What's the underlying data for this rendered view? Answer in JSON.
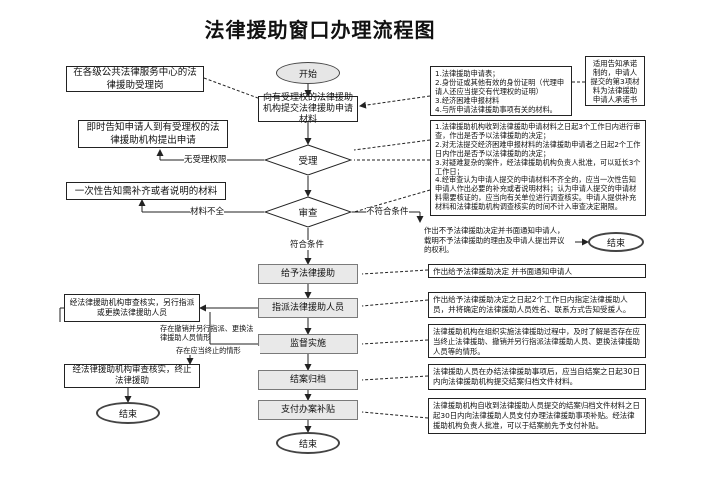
{
  "title": "法律援助窗口办理流程图",
  "main": {
    "start": "开始",
    "apply": "向有受理权的法律援助机构提交法律援助申请材料",
    "accept": "受理",
    "review": "审查",
    "give": "给予法律援助",
    "assign": "指派法律援助人员",
    "supervise": "监督实施",
    "close_case": "结案归档",
    "pay": "支付办案补贴",
    "end": "结束"
  },
  "left": {
    "consult": "在各级公共法律服务中心的法律援助受理岗",
    "notify": "即时告知申请人到有受理权的法律援助机构提出申请",
    "supplement": "一次性告知需补齐或者说明的材料",
    "approve_change": "经法律援助机构审查核实，另行指派或更换法律援助人员",
    "approve_end": "经法律援助机构审查核实，终止法律援助",
    "end": "结束"
  },
  "labels": {
    "no_jurisdiction": "无受理权限",
    "incomplete": "材料不全",
    "not_eligible": "不符合条件",
    "eligible": "符合条件",
    "change_case": "存在撤销并另行指派、更换法律援助人员情形",
    "terminate_case": "存在应当终止的情形"
  },
  "notes": {
    "materials": "1.法律援助申请表；\n2.身份证或其他有效的身份证明（代理申请人还应当提交有代理权的证明）\n3.经济困难申报材料\n4.与所申请法律援助事项有关的材料。",
    "commitment": "适用告知承诺制的，申请人提交的第3项材料为法律援助申请人承诺书",
    "review_rules": "1.法律援助机构收到法律援助申请材料之日起3个工作日内进行审查，作出是否予以法律援助的决定；\n2.对无法提交经济困难申报材料的法律援助申请者之日起2个工作日内作出是否予以法律援助的决定；\n3.对疑难复杂的案件，经法律援助机构负责人批准，可以延长3个工作日；\n4.经审查认为申请人提交的申请材料不齐全的，应当一次性告知申请人作出必要的补充或者说明材料；认为申请人提交的申请材料需要核证的，应当向有关单位进行调查核实。申请人提供补充材料和法律援助机构调查核实的时间不计入审查决定期限。",
    "reject": "作出不予法律援助决定并书面通知申请人，载明不予法律援助的理由及申请人提出异议的权利。",
    "notice_give": "作出给予法律援助决定  并书面通知申请人",
    "notice_assign": "作出给予法律援助决定之日起2个工作日内指定法律援助人员，并将确定的法律援助人员姓名、联系方式告知受援人。",
    "notice_supervise": "法律援助机构在组织实施法律援助过程中，及时了解是否存在应当终止法律援助、撤销并另行指派法律援助人员、更换法律援助人员等的情形。",
    "notice_close": "法律援助人员在办结法律援助事项后，应当自结案之日起30日内向法律援助机构提交结案归档文件材料。",
    "notice_pay": "法律援助机构自收到法律援助人员提交的结案归档文件材料之日起30日内向法律援助人员支付办理法律援助事项补贴。经法律援助机构负责人批准，可以于结案前先予支付补贴。"
  },
  "reject_end": "结束"
}
